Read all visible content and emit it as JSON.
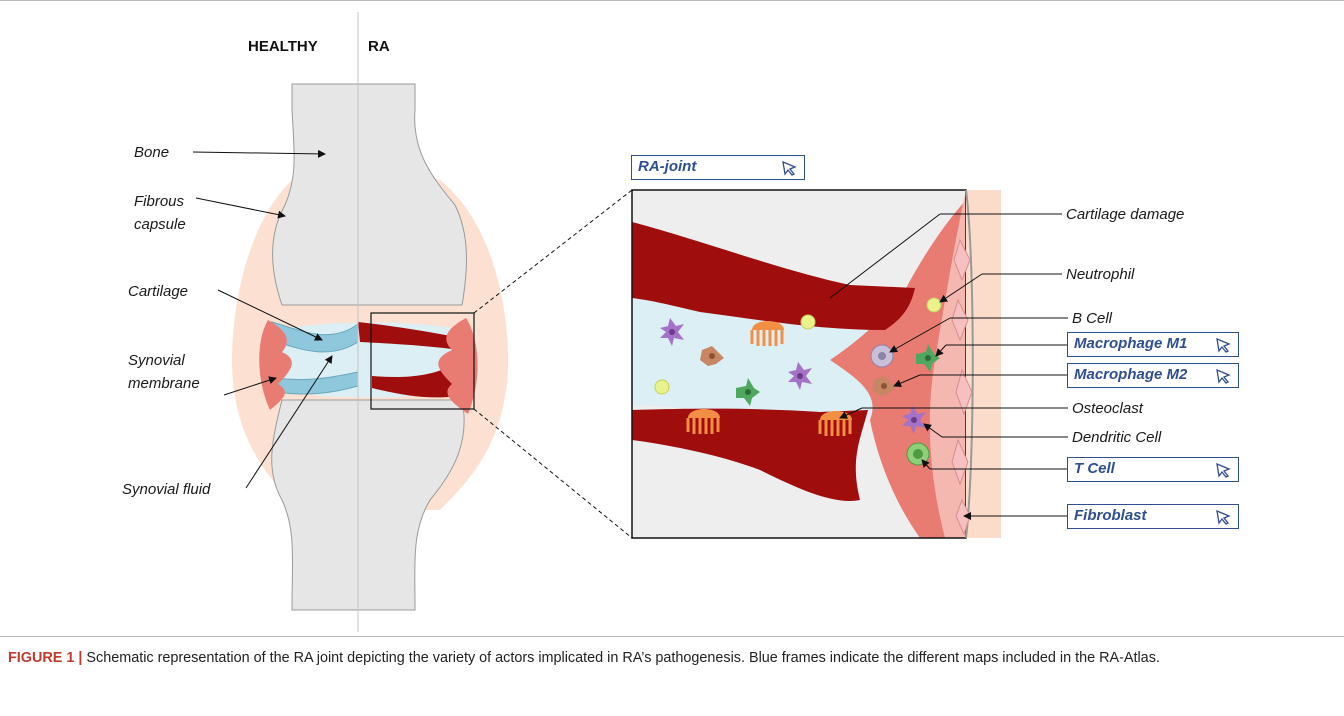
{
  "header": {
    "healthy": "HEALTHY",
    "ra": "RA"
  },
  "left_labels": {
    "bone": "Bone",
    "fibrous_capsule_line1": "Fibrous",
    "fibrous_capsule_line2": "capsule",
    "cartilage": "Cartilage",
    "synovial_membrane_line1": "Synovial",
    "synovial_membrane_line2": "membrane",
    "synovial_fluid": "Synovial fluid"
  },
  "right_labels": {
    "cartilage_damage": "Cartilage damage",
    "neutrophil": "Neutrophil",
    "b_cell": "B Cell",
    "osteoclast": "Osteoclast",
    "dendritic_cell": "Dendritic Cell"
  },
  "maps": {
    "ra_joint": "RA-joint",
    "macrophage_m1": "Macrophage M1",
    "macrophage_m2": "Macrophage M2",
    "t_cell": "T Cell",
    "fibroblast": "Fibroblast"
  },
  "caption": {
    "figure_label": "FIGURE 1 |",
    "text": " Schematic representation of the RA joint depicting the variety of actors implicated in RA’s pathogenesis. Blue frames indicate the different maps included in the RA-Atlas."
  },
  "colors": {
    "bone": "#e6e6e6",
    "capsule": "#fbdccb",
    "cartilage_healthy": "#8fc8dc",
    "cartilage_damaged": "#a00d0d",
    "synovial_fluid": "#dbeff5",
    "synovium": "#e87b72",
    "map_frame": "#2f4f8f",
    "figure_label": "#c0392b"
  }
}
